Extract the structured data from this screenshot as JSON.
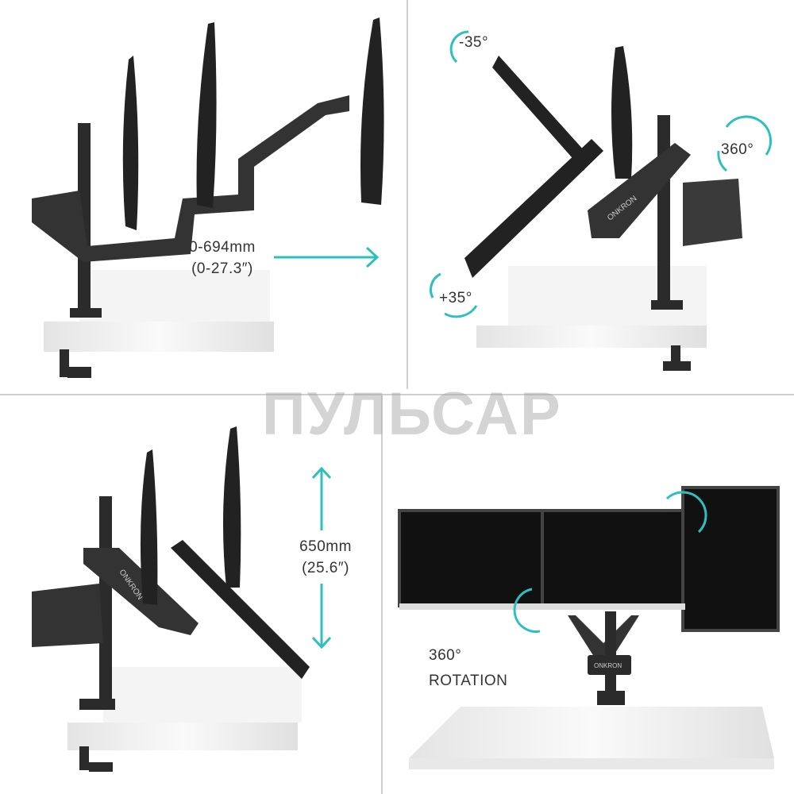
{
  "colors": {
    "accent": "#2fbfbf",
    "product": "#2b2b2b",
    "desk": "#f2f2f2"
  },
  "brand": "ONKRON",
  "watermark": "ПУЛЬСАР",
  "panels": {
    "extension": {
      "range_mm": "0-694mm",
      "range_in": "(0-27.3″)",
      "icon": "arrow-right-icon"
    },
    "tilt": {
      "tilt_up": "-35°",
      "tilt_down": "+35°",
      "swivel": "360°"
    },
    "height": {
      "range_mm": "650mm",
      "range_in": "(25.6″)",
      "icon": "double-arrow-vertical-icon"
    },
    "rotation": {
      "angle": "360°",
      "label": "ROTATION"
    }
  }
}
